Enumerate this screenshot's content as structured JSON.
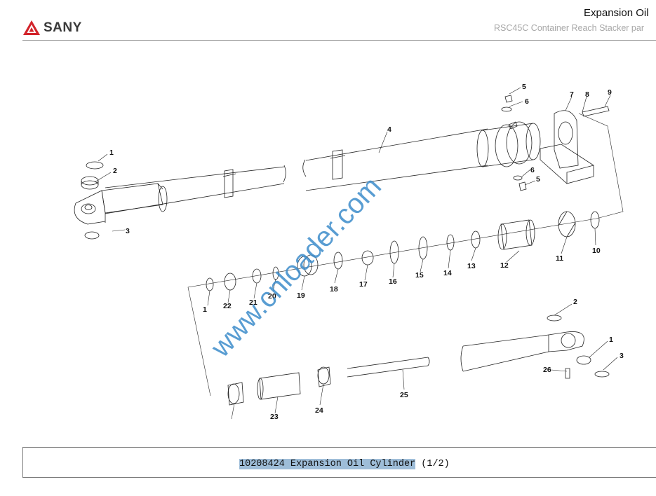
{
  "header": {
    "brand": "SANY",
    "title": "Expansion Oil",
    "subtitle": "RSC45C Container Reach Stacker  par"
  },
  "watermark": "www.cnloader.com",
  "callouts": [
    "1",
    "2",
    "3",
    "4",
    "5",
    "6",
    "7",
    "8",
    "9",
    "6",
    "5",
    "10",
    "11",
    "12",
    "13",
    "14",
    "15",
    "16",
    "17",
    "18",
    "19",
    "20",
    "21",
    "22",
    "1",
    "2",
    "1",
    "3",
    "26",
    "25",
    "24",
    "23"
  ],
  "caption": {
    "code_and_name": "10208424 Expansion Oil Cylinder",
    "page": " (1/2)"
  },
  "colors": {
    "brand_red": "#d2232a",
    "selection": "#9ebdd8",
    "watermark": "#3d8ccb"
  }
}
